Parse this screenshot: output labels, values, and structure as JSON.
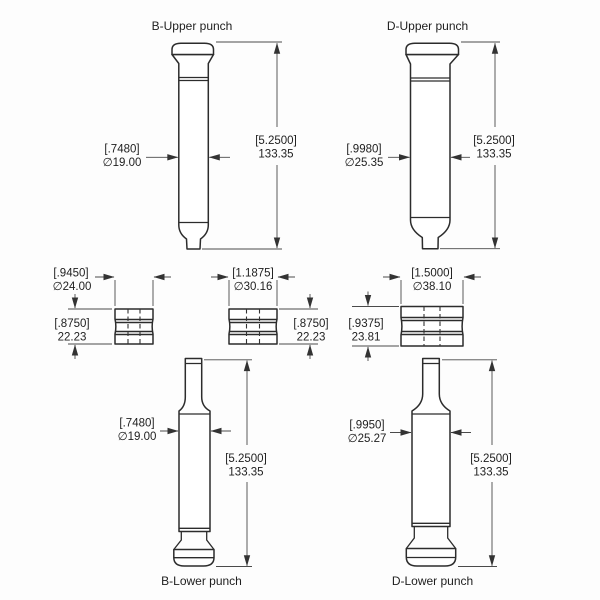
{
  "drawing": {
    "upper_punches": [
      {
        "title": "B-Upper punch",
        "diameter_ref": "[.7480]",
        "diameter_mm": "∅19.00",
        "length_ref": "[5.2500]",
        "length_mm": "133.35"
      },
      {
        "title": "D-Upper punch",
        "diameter_ref": "[.9980]",
        "diameter_mm": "∅25.35",
        "length_ref": "[5.2500]",
        "length_mm": "133.35"
      }
    ],
    "dies": [
      {
        "od_ref": "[.9450]",
        "od_mm": "∅24.00",
        "height_ref": "[.8750]",
        "height_mm": "22.23"
      },
      {
        "od_ref": "[1.1875]",
        "od_mm": "∅30.16",
        "height_ref": "[.8750]",
        "height_mm": "22.23"
      },
      {
        "od_ref": "[1.5000]",
        "od_mm": "∅38.10",
        "height_ref": "[.9375]",
        "height_mm": "23.81"
      }
    ],
    "lower_punches": [
      {
        "title": "B-Lower punch",
        "diameter_ref": "[.7480]",
        "diameter_mm": "∅19.00",
        "length_ref": "[5.2500]",
        "length_mm": "133.35"
      },
      {
        "title": "D-Lower punch",
        "diameter_ref": "[.9950]",
        "diameter_mm": "∅25.27",
        "length_ref": "[5.2500]",
        "length_mm": "133.35"
      }
    ]
  }
}
